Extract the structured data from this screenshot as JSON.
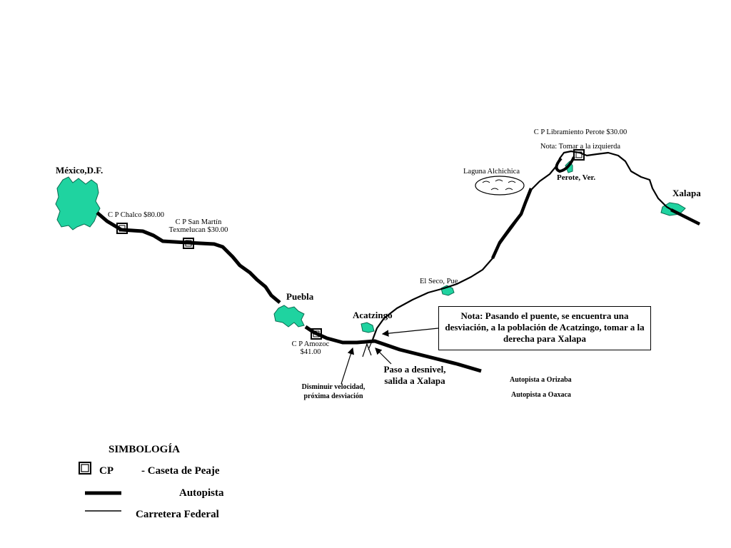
{
  "colors": {
    "city_fill": "#1fd3a0",
    "road": "#000000"
  },
  "cities": {
    "mexico": "México,D.F.",
    "puebla": "Puebla",
    "acatzingo": "Acatzingo",
    "perote": "Perote, Ver.",
    "xalapa": "Xalapa",
    "el_seco": "El Seco, Pue",
    "laguna": "Laguna Alchichica"
  },
  "tolls": {
    "chalco": "C P Chalco $80.00",
    "san_martin_1": "C P San Martín",
    "san_martin_2": "Texmelucan $30.00",
    "amozoc_1": "C P Amozoc",
    "amozoc_2": "$41.00",
    "perote_1": "C P Libramiento Perote $30.00",
    "perote_2": "Nota: Tomar a la izquierda"
  },
  "notes": {
    "main_note": "Nota: Pasando el puente, se encuentra una desviación, a la población de Acatzingo, tomar a la derecha para Xalapa",
    "paso_1": "Paso a desnivel,",
    "paso_2": "salida a Xalapa",
    "disminuir_1": "Disminuir velocidad,",
    "disminuir_2": "próxima desviación",
    "orizaba": "Autopista a Orizaba",
    "oaxaca": "Autopista a Oaxaca"
  },
  "legend": {
    "title": "SIMBOLOGÍA",
    "cp_abbr": "CP",
    "cp_desc": "- Caseta de Peaje",
    "autopista": "Autopista",
    "federal": "Carretera Federal"
  }
}
